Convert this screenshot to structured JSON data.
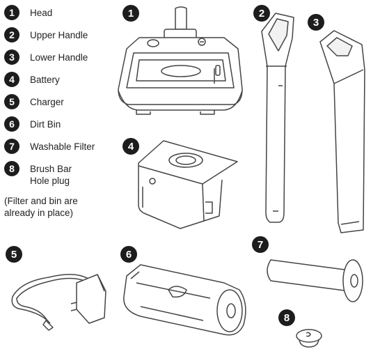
{
  "legend": {
    "items": [
      {
        "num": "1",
        "label": "Head"
      },
      {
        "num": "2",
        "label": "Upper Handle"
      },
      {
        "num": "3",
        "label": "Lower Handle"
      },
      {
        "num": "4",
        "label": "Battery"
      },
      {
        "num": "5",
        "label": "Charger"
      },
      {
        "num": "6",
        "label": "Dirt Bin"
      },
      {
        "num": "7",
        "label": "Washable Filter"
      },
      {
        "num": "8",
        "label": "Brush Bar\nHole plug"
      }
    ],
    "note": "(Filter and bin are\nalready in place)"
  },
  "parts": {
    "head": {
      "num": "1"
    },
    "upper_handle": {
      "num": "2"
    },
    "lower_handle": {
      "num": "3"
    },
    "battery": {
      "num": "4"
    },
    "charger": {
      "num": "5"
    },
    "dirt_bin": {
      "num": "6"
    },
    "washable_filter": {
      "num": "7"
    },
    "brush_bar_plug": {
      "num": "8"
    }
  },
  "colors": {
    "ink": "#1d1d1d",
    "line": "#444444",
    "fill_light": "#f2f2f2"
  }
}
